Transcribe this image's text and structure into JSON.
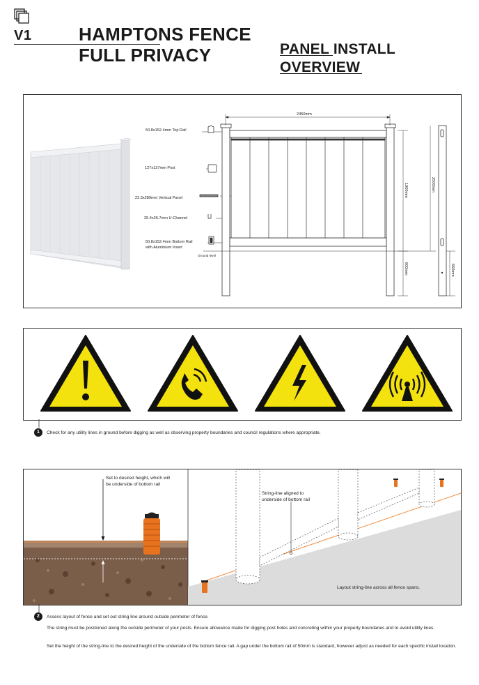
{
  "header": {
    "version": "V1",
    "title_line1": "HAMPTONS FENCE",
    "title_line2": "FULL PRIVACY",
    "subtitle_line1": "PANEL INSTALL",
    "subtitle_line2": "OVERVIEW"
  },
  "diagram": {
    "labels": {
      "top_rail": "50.8x152.4mm Top Rail",
      "post": "127x127mm Post",
      "vertical_panel": "22.3x289mm Vertical Panel",
      "u_channel": "25.4x26.7mm U-Channel",
      "bottom_rail_1": "50.8x152.4mm Bottom Rail",
      "bottom_rail_2": "with Aluminium Insert",
      "ground_level": "Ground level"
    },
    "dimensions": {
      "width": "2450mm",
      "panel_height": "1900mm",
      "post_height": "2500mm",
      "below_ground": "600mm",
      "post_below_ground": "650mm"
    }
  },
  "warnings": {
    "icons": [
      "exclamation-icon",
      "telephone-icon",
      "lightning-icon",
      "radio-waves-icon"
    ],
    "colors": {
      "sign_fill": "#f4e20f",
      "sign_border": "#111111"
    }
  },
  "step1": {
    "number": "1",
    "text": "Check for any utility lines in ground before digging as well as observing property boundaries and council regulations where appropriate."
  },
  "step2_panel": {
    "left_note_1": "Set to desired height, which will",
    "left_note_2": "be underside of bottom rail",
    "string_note_1": "String-line aligned to",
    "string_note_2": "underside of bottom rail",
    "spans_note": "Layout string-line across all fence spans."
  },
  "step2": {
    "number": "2",
    "heading": "Assess layout of fence and set out string line around outside perimeter of fence.",
    "para1": "The string must be positioned along the outside perimeter of your posts. Ensure allowance made for digging post holes and concreting within your property boundaries and to avoid utility lines.",
    "para2": "Set the height of the string-line to the desired height of the underside of the bottom fence rail. A gap under the bottom rail of 50mm is standard, however adjust as needed for each specific install location."
  }
}
